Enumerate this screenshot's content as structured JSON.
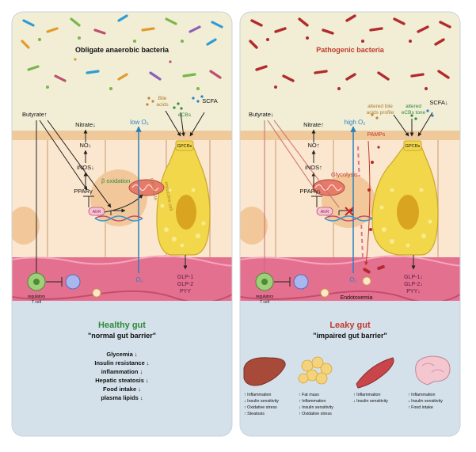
{
  "left": {
    "bacteria_title": "Obligate anaerobic bacteria",
    "butyrate": "Butyrate↑",
    "nitrate": "Nitrate↓",
    "no": "NO↓",
    "inos": "iNOS↓",
    "ppar": "PPARγ",
    "beta_ox": "β oxidation",
    "ahr": "AhR",
    "o2_top": "low O₂",
    "o2_bottom": "O₂",
    "colonocyte": "colonocyte",
    "endocrine": "endocrine cell",
    "bile1": "Bile",
    "bile2": "acids",
    "scfa": "SCFA",
    "ecbs": "eCBs",
    "gpcrs": "GPCRs",
    "glp1": "GLP-1",
    "glp2": "GLP-2",
    "pyy": "PYY",
    "treg1": "regulatory",
    "treg2": "T cell",
    "gut_title": "Healthy gut",
    "gut_sub": "\"normal gut barrier\"",
    "outcomes": [
      "Glycemia ↓",
      "Insulin resistance ↓",
      "inflammation ↓",
      "Hepatic steatosis ↓",
      "Food intake ↓",
      "plasma lipids ↓"
    ]
  },
  "right": {
    "bacteria_title": "Pathogenic bacteria",
    "butyrate": "Butyrate↓",
    "nitrate": "Nitrate↑",
    "no": "NO↑",
    "inos": "iNOS↑",
    "ppar": "PPARγ↓",
    "glycolysis": "Glycolysis",
    "ahr": "AhR",
    "o2_top": "high O₂",
    "o2_bottom": "O₂",
    "bile1": "altered bile",
    "bile2": "acids profile",
    "ecbs1": "altered",
    "ecbs2": "eCBs tone",
    "scfa": "SCFA↓",
    "pamps": "PAMPs",
    "gpcrs": "GPCRs",
    "glp1": "GLP-1↓",
    "glp2": "GLP-2↓",
    "pyy": "PYY↓",
    "treg1": "regulatory",
    "treg2": "T cell",
    "endotoxemia": "Endotoxemia",
    "gut_title": "Leaky gut",
    "gut_sub": "\"impaired gut barrier\"",
    "organs": [
      {
        "name": "liver",
        "lines": [
          "↑ Inflammation",
          "↓ Insulin sensitivity",
          "↑ Oxidative stress",
          "↑ Steatosis"
        ]
      },
      {
        "name": "fat",
        "lines": [
          "↑ Fat mass",
          "↑ Inflammation",
          "↓ Insulin sensitivity",
          "↑ Oxidative stress"
        ]
      },
      {
        "name": "muscle",
        "lines": [
          "↑ Inflammation",
          "↓ Insulin sensitivity"
        ]
      },
      {
        "name": "brain",
        "lines": [
          "↑ Inflammation",
          "↓ Insulin sensitivity",
          "↑ Food intake"
        ]
      }
    ]
  },
  "colors": {
    "healthy_title": "#2e8b3a",
    "leaky_title": "#c0392b",
    "o2_arrow": "#2a7fc0",
    "endocrine_cell": "#f2d74a",
    "blood": "#e4708f",
    "cytoplasm": "#fbe7cf"
  }
}
